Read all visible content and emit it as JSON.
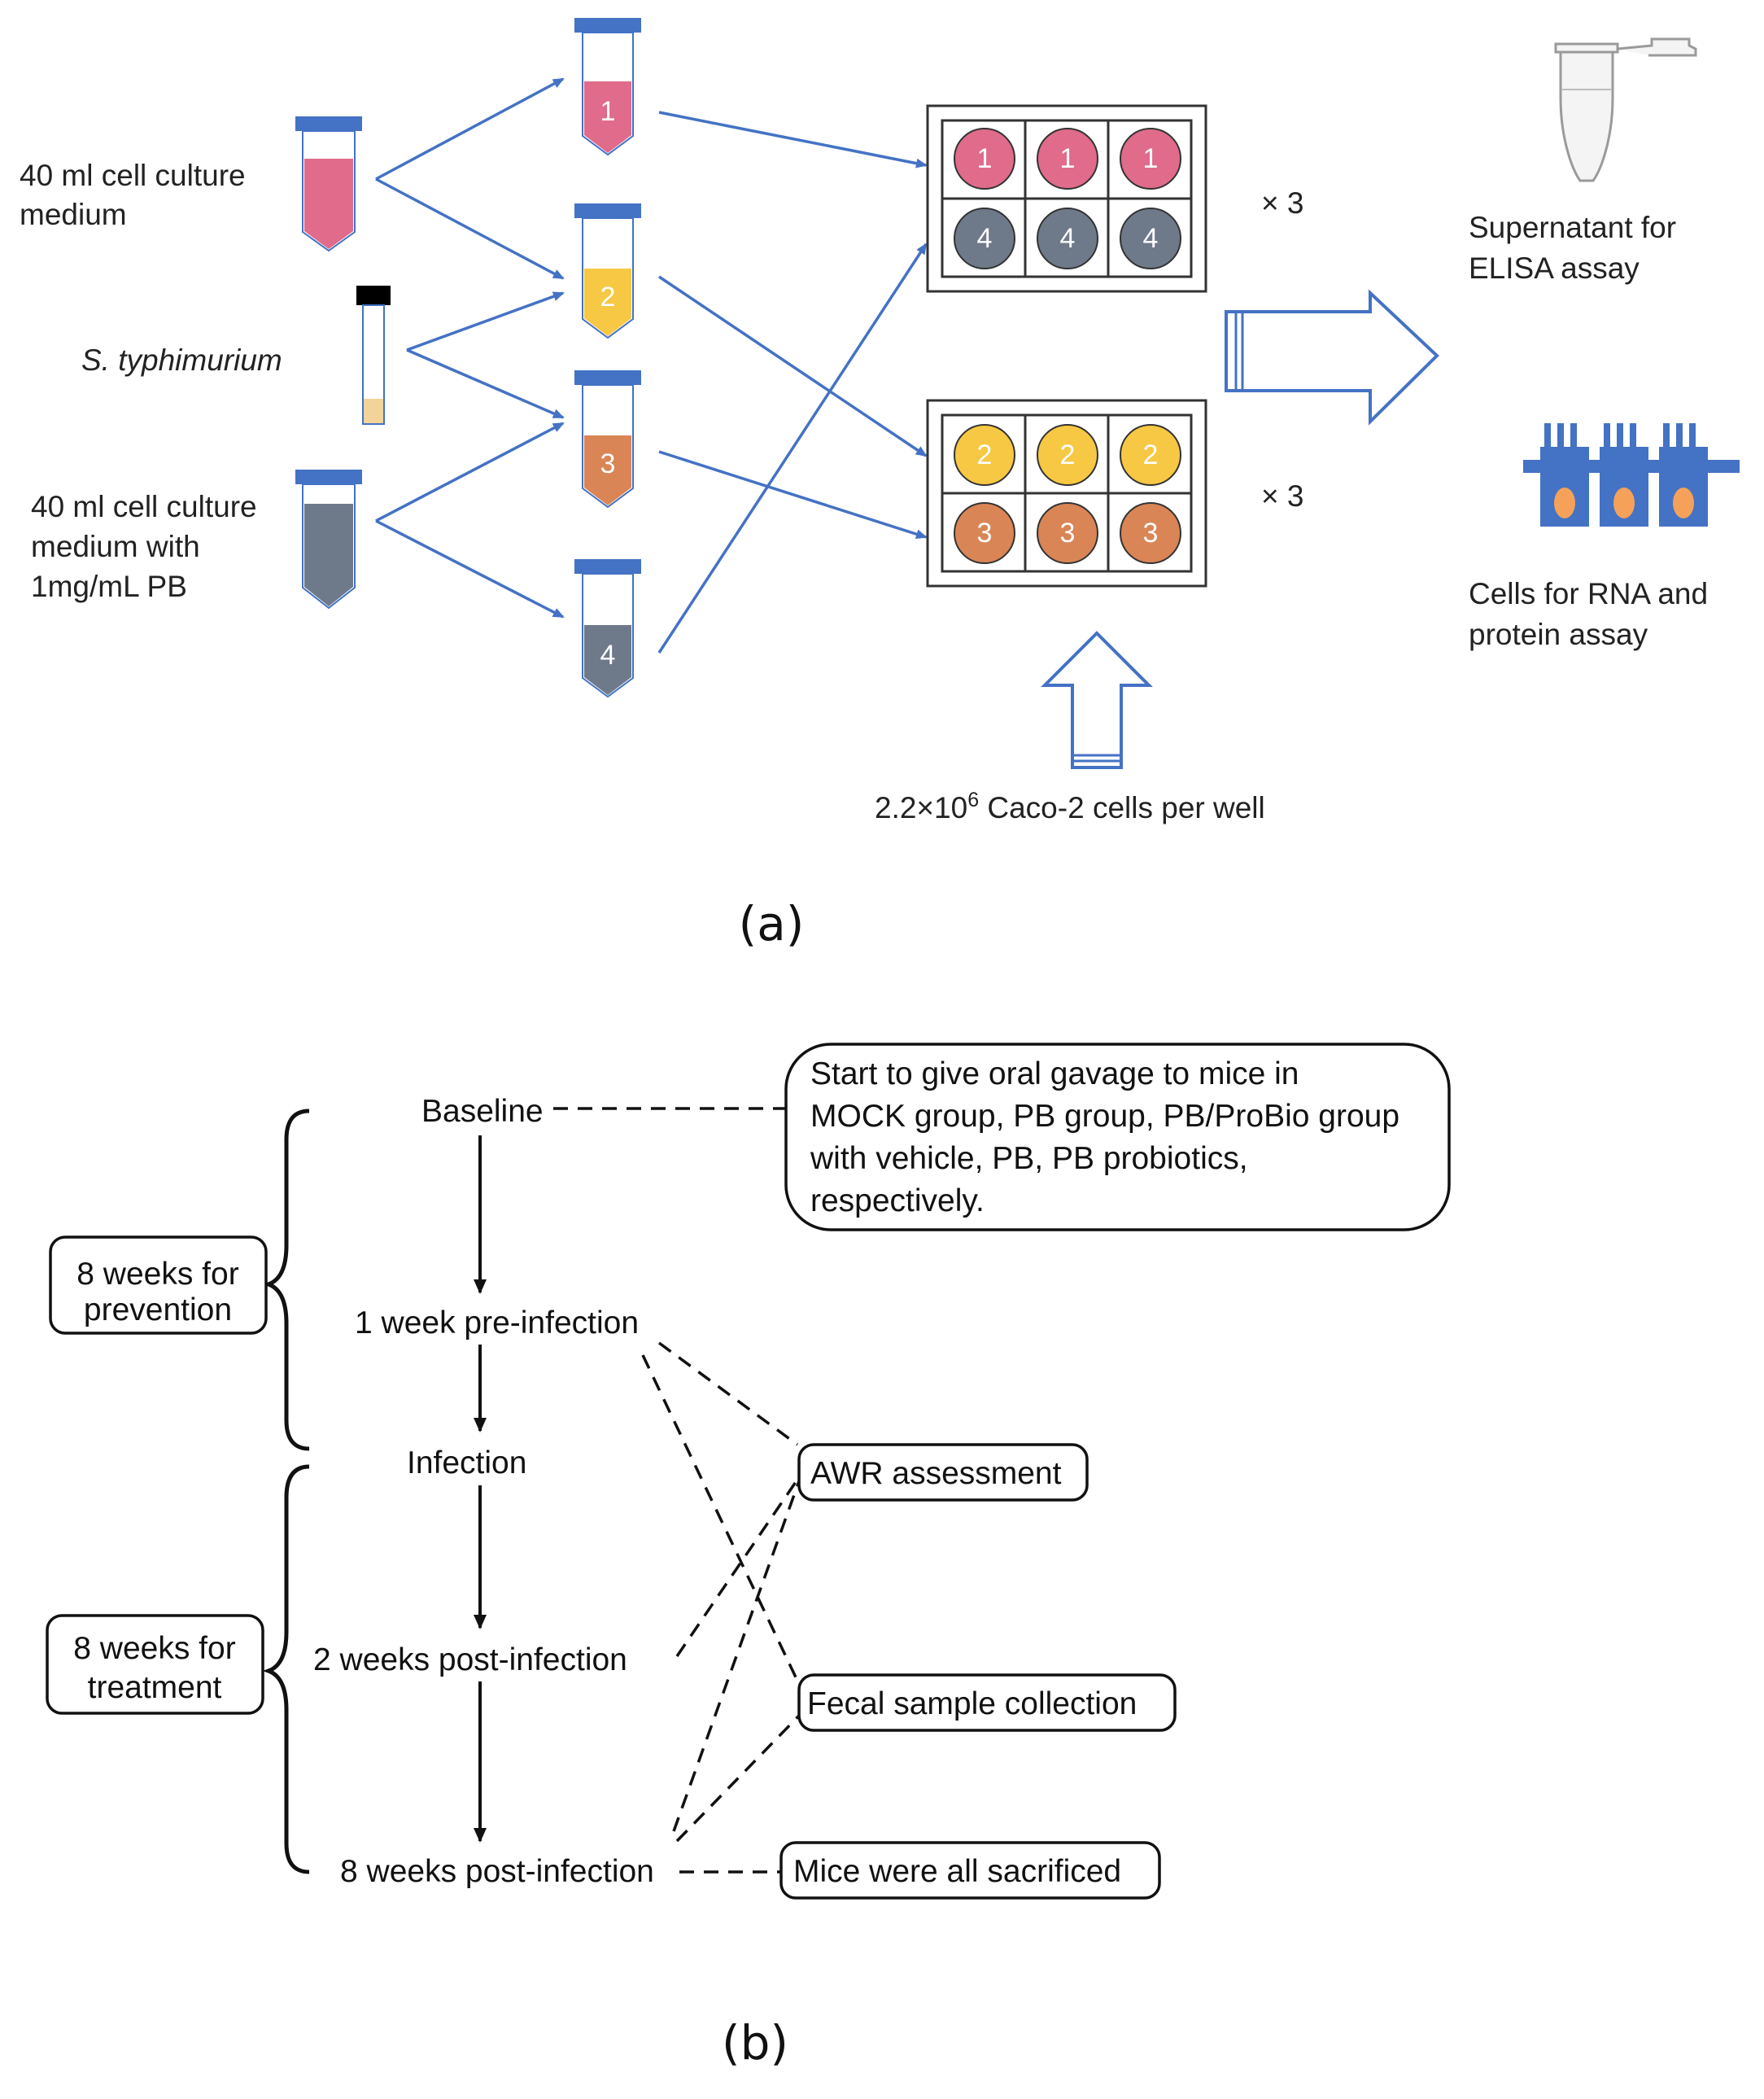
{
  "panel_a": {
    "caption": "(a)",
    "inputs": {
      "medium_line1": "40 ml cell culture",
      "medium_line2": "medium",
      "bacteria": "S. typhimurium",
      "medium_pb_line1": "40 ml cell culture",
      "medium_pb_line2": "medium with",
      "medium_pb_line3": "1mg/mL PB"
    },
    "tubes": [
      "1",
      "2",
      "3",
      "4"
    ],
    "plate1": {
      "top_row": [
        "1",
        "1",
        "1"
      ],
      "bottom_row": [
        "4",
        "4",
        "4"
      ],
      "multiplier": "× 3"
    },
    "plate2": {
      "top_row": [
        "2",
        "2",
        "2"
      ],
      "bottom_row": [
        "3",
        "3",
        "3"
      ],
      "multiplier": "× 3"
    },
    "cells_label": {
      "prefix": "2.2×10",
      "exponent": "6",
      "suffix": " Caco-2 cells per well"
    },
    "outputs": {
      "supernatant_line1": "Supernatant for",
      "supernatant_line2": "ELISA assay",
      "cells_line1": "Cells for RNA and",
      "cells_line2": "protein assay"
    },
    "colors": {
      "pink": "#e06b8b",
      "yellow": "#f7c843",
      "orange": "#d98555",
      "gray": "#6e7a8a",
      "blue": "#4472c4",
      "cap": "#4472c4"
    }
  },
  "panel_b": {
    "caption": "(b)",
    "timeline": {
      "baseline": "Baseline",
      "pre_infection": "1 week pre-infection",
      "infection": "Infection",
      "post_2": "2 weeks post-infection",
      "post_8": "8 weeks post-infection"
    },
    "phases": {
      "prevention_line1": "8 weeks for",
      "prevention_line2": "prevention",
      "treatment_line1": "8 weeks for",
      "treatment_line2": "treatment"
    },
    "notes": {
      "gavage_line1": "Start to give oral gavage to mice in",
      "gavage_line2": "MOCK group, PB group, PB/ProBio group",
      "gavage_line3": "with vehicle, PB, PB probiotics,",
      "gavage_line4": "respectively.",
      "awr": "AWR assessment",
      "fecal": "Fecal sample collection",
      "sacrificed": "Mice were all sacrificed"
    }
  }
}
